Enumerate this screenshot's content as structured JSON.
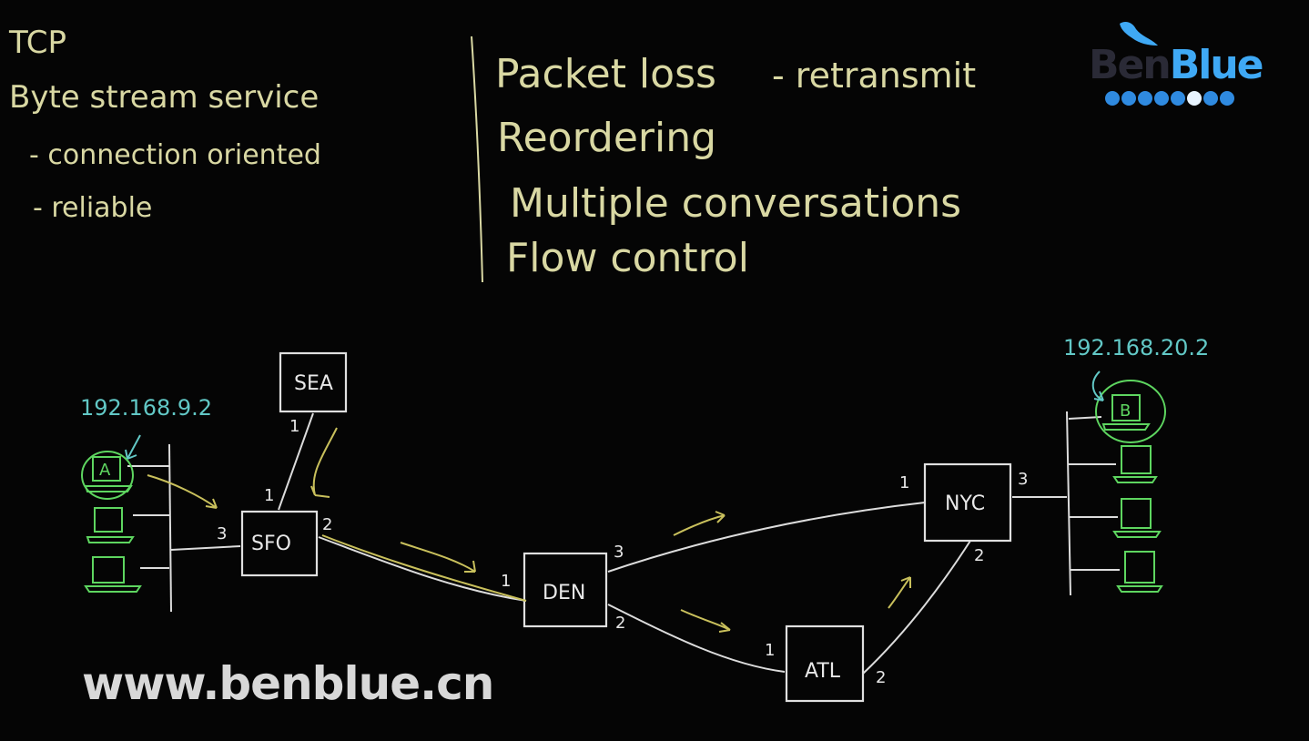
{
  "notes_left": {
    "title": "TCP",
    "subtitle": "Byte stream service",
    "bullet1": "- connection oriented",
    "bullet2": "- reliable"
  },
  "notes_right": {
    "line1": "Packet loss",
    "line1_note": "- retransmit",
    "line2": "Reordering",
    "line3": "Multiple conversations",
    "line4": "Flow control"
  },
  "hosts": {
    "ip_left": "192.168.9.2",
    "ip_right": "192.168.20.2",
    "host_a": "A",
    "host_b": "B"
  },
  "routers": {
    "sea": "SEA",
    "sfo": "SFO",
    "den": "DEN",
    "atl": "ATL",
    "nyc": "NYC"
  },
  "ports": {
    "sea_1": "1",
    "sfo_1": "1",
    "sfo_2": "2",
    "sfo_3": "3",
    "den_1": "1",
    "den_2": "2",
    "den_3": "3",
    "atl_1": "1",
    "atl_2": "2",
    "nyc_1": "1",
    "nyc_2": "2",
    "nyc_3": "3"
  },
  "logo": {
    "ben": "Ben",
    "blue": "Blue"
  },
  "watermark": "www.benblue.cn",
  "colors": {
    "notes": "#d9d8a3",
    "ip": "#62c8c6",
    "host": "#5ed660",
    "arrow": "#c9c05c",
    "logo_blue": "#3fa9f5"
  }
}
